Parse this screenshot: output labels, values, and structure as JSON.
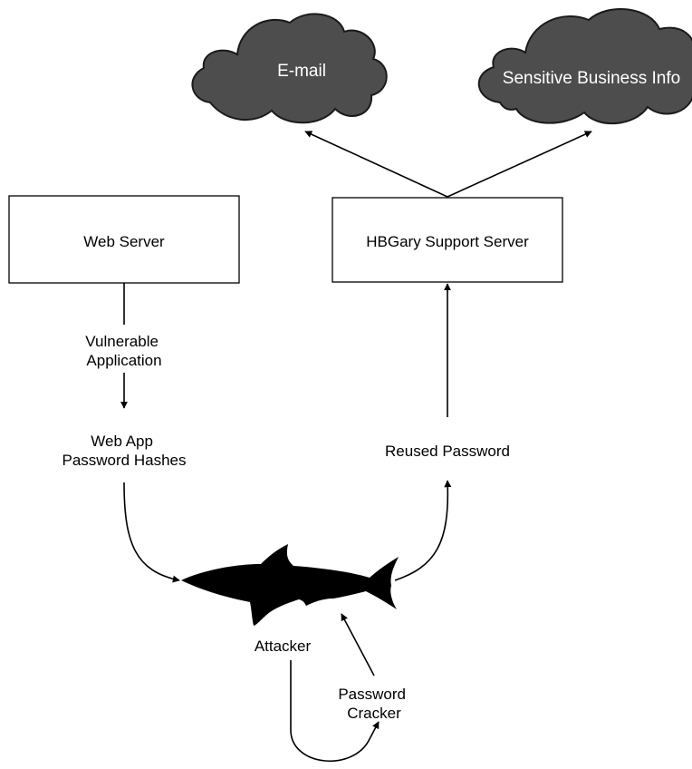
{
  "diagram": {
    "nodes": {
      "web_server": {
        "label": "Web Server"
      },
      "support_server": {
        "label": "HBGary Support Server"
      },
      "email": {
        "label": "E-mail"
      },
      "business_info": {
        "label": "Sensitive Business Info"
      },
      "vulnerable_app": {
        "lines": [
          "Vulnerable",
          "Application"
        ]
      },
      "password_hashes": {
        "lines": [
          "Web App",
          "Password Hashes"
        ]
      },
      "reused_password": {
        "label": "Reused Password"
      },
      "attacker": {
        "label": "Attacker"
      },
      "password_cracker": {
        "lines": [
          "Password",
          "Cracker"
        ]
      }
    },
    "edges": [
      {
        "from": "web_server",
        "to": "password_hashes",
        "via": "vulnerable_app"
      },
      {
        "from": "password_hashes",
        "to": "attacker"
      },
      {
        "from": "attacker",
        "to": "reused_password"
      },
      {
        "from": "reused_password",
        "to": "support_server"
      },
      {
        "from": "support_server",
        "to": "email"
      },
      {
        "from": "support_server",
        "to": "business_info"
      },
      {
        "from": "attacker",
        "to": "password_cracker"
      },
      {
        "from": "password_cracker",
        "to": "attacker"
      }
    ],
    "colors": {
      "cloud_fill": "#4d4d4d",
      "cloud_text": "#ffffff",
      "line": "#000000",
      "attacker_silhouette": "#000000"
    },
    "icons": {
      "attacker": "shark-silhouette-icon",
      "email": "cloud-icon",
      "business_info": "cloud-icon"
    }
  }
}
